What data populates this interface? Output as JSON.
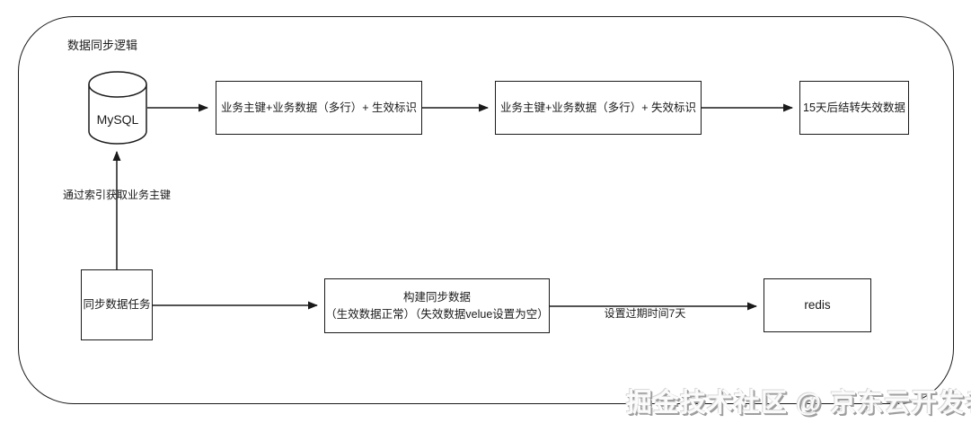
{
  "title": "数据同步逻辑",
  "nodes": {
    "mysql": {
      "label": "MySQL"
    },
    "active_data": {
      "label": "业务主键+业务数据（多行）+ 生效标识"
    },
    "inactive_data": {
      "label": "业务主键+业务数据（多行）+ 失效标识"
    },
    "carryover": {
      "label": "15天后结转失效数据"
    },
    "sync_task": {
      "label": "同步数据任务"
    },
    "build_sync": {
      "line1": "构建同步数据",
      "line2": "（生效数据正常）（失效数据velue设置为空）"
    },
    "redis": {
      "label": "redis"
    }
  },
  "edges": {
    "index_fetch_label": "通过索引获取业务主键",
    "expire_label": "设置过期时间7天"
  },
  "watermark": "掘金技术社区 @ 京东云开发者",
  "colors": {
    "line": "#1a1a1a",
    "background": "#ffffff",
    "watermark_shadow": "#9c9c9c"
  }
}
